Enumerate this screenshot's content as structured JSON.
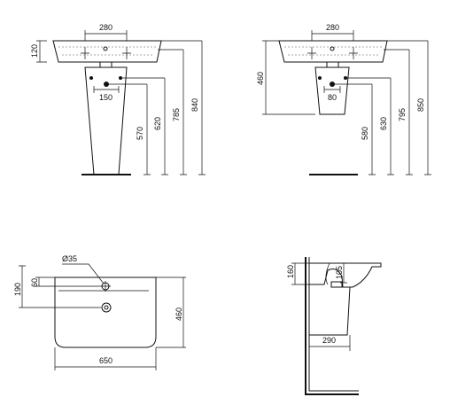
{
  "views": {
    "pedestal_front": {
      "width_label": "280",
      "height_label": "120",
      "waste_label": "150",
      "dim_a": "570",
      "dim_b": "620",
      "dim_c": "785",
      "dim_d": "840"
    },
    "semi_pedestal_front": {
      "width_label": "280",
      "height_label": "460",
      "waste_label": "80",
      "dim_a": "580",
      "dim_b": "630",
      "dim_c": "795",
      "dim_d": "850"
    },
    "plan": {
      "hole_label": "Ø35",
      "dim_60": "60",
      "dim_190": "190",
      "depth_label": "460",
      "width_label": "650"
    },
    "side": {
      "dim_160": "160",
      "dim_105": "105",
      "projection_label": "290"
    }
  },
  "colors": {
    "line": "#111111",
    "background": "#ffffff"
  }
}
